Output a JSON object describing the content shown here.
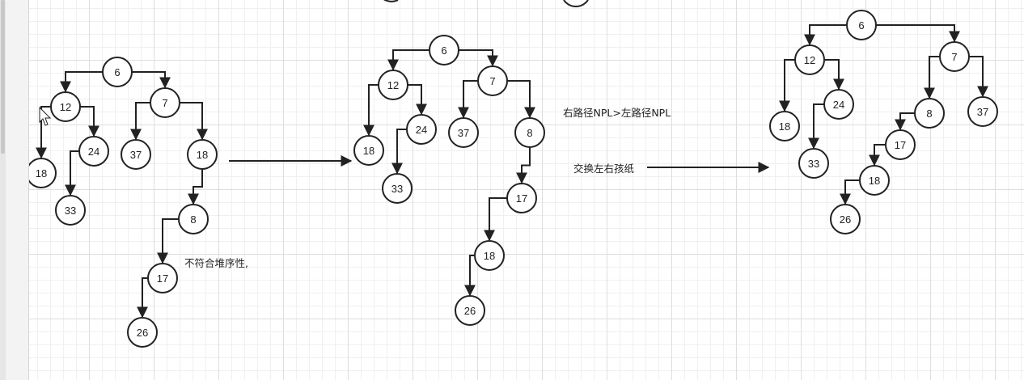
{
  "annotations": {
    "invalid_order": "不符合堆序性,",
    "npl_compare": "右路径NPL>左路径NPL",
    "swap_children": "交换左右孩纸"
  },
  "trees": [
    {
      "nodes": [
        {
          "id": "t1_6",
          "value": "6"
        },
        {
          "id": "t1_12",
          "value": "12"
        },
        {
          "id": "t1_7",
          "value": "7"
        },
        {
          "id": "t1_18a",
          "value": "18"
        },
        {
          "id": "t1_24",
          "value": "24"
        },
        {
          "id": "t1_33",
          "value": "33"
        },
        {
          "id": "t1_37",
          "value": "37"
        },
        {
          "id": "t1_18b",
          "value": "18"
        },
        {
          "id": "t1_8",
          "value": "8"
        },
        {
          "id": "t1_17",
          "value": "17"
        },
        {
          "id": "t1_26",
          "value": "26"
        }
      ]
    },
    {
      "nodes": [
        {
          "id": "t2_6",
          "value": "6"
        },
        {
          "id": "t2_12",
          "value": "12"
        },
        {
          "id": "t2_7",
          "value": "7"
        },
        {
          "id": "t2_18a",
          "value": "18"
        },
        {
          "id": "t2_24",
          "value": "24"
        },
        {
          "id": "t2_33",
          "value": "33"
        },
        {
          "id": "t2_37",
          "value": "37"
        },
        {
          "id": "t2_8",
          "value": "8"
        },
        {
          "id": "t2_17",
          "value": "17"
        },
        {
          "id": "t2_18b",
          "value": "18"
        },
        {
          "id": "t2_26",
          "value": "26"
        }
      ]
    },
    {
      "nodes": [
        {
          "id": "t3_6",
          "value": "6"
        },
        {
          "id": "t3_12",
          "value": "12"
        },
        {
          "id": "t3_7",
          "value": "7"
        },
        {
          "id": "t3_18a",
          "value": "18"
        },
        {
          "id": "t3_24",
          "value": "24"
        },
        {
          "id": "t3_33",
          "value": "33"
        },
        {
          "id": "t3_8",
          "value": "8"
        },
        {
          "id": "t3_37",
          "value": "37"
        },
        {
          "id": "t3_17",
          "value": "17"
        },
        {
          "id": "t3_18b",
          "value": "18"
        },
        {
          "id": "t3_26",
          "value": "26"
        }
      ]
    }
  ]
}
